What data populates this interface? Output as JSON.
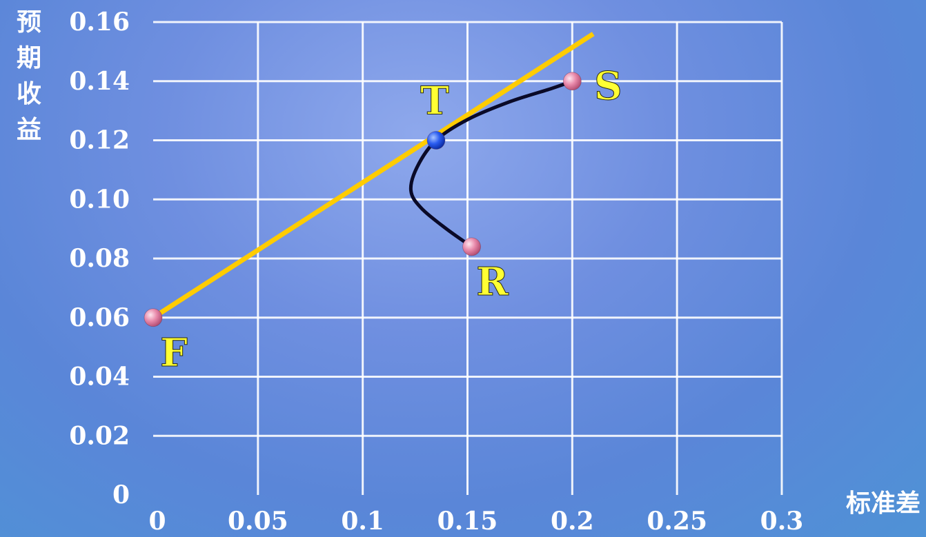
{
  "chart_data": {
    "type": "line",
    "xlabel": "标准差",
    "ylabel": "预期收益",
    "xlim": [
      0,
      0.3
    ],
    "ylim": [
      0,
      0.16
    ],
    "x_ticks": [
      0,
      0.05,
      0.1,
      0.15,
      0.2,
      0.25,
      0.3
    ],
    "x_tick_labels": [
      "0",
      "0.05",
      "0.1",
      "0.15",
      "0.2",
      "0.25",
      "0.3"
    ],
    "y_ticks": [
      0,
      0.02,
      0.04,
      0.06,
      0.08,
      0.1,
      0.12,
      0.14,
      0.16
    ],
    "y_tick_labels": [
      "0",
      "0.02",
      "0.04",
      "0.06",
      "0.08",
      "0.10",
      "0.12",
      "0.14",
      "0.16"
    ],
    "grid": true,
    "series": [
      {
        "values": [
          {
            "x": 0,
            "y": 0.06
          },
          {
            "x": 0.21,
            "y": 0.156
          }
        ],
        "color": "#ffcc00"
      },
      {
        "values": [
          {
            "x": 0.152,
            "y": 0.084
          },
          {
            "x": 0.14,
            "y": 0.09
          },
          {
            "x": 0.128,
            "y": 0.097
          },
          {
            "x": 0.123,
            "y": 0.103
          },
          {
            "x": 0.126,
            "y": 0.111
          },
          {
            "x": 0.135,
            "y": 0.12
          },
          {
            "x": 0.15,
            "y": 0.127
          },
          {
            "x": 0.17,
            "y": 0.133
          },
          {
            "x": 0.19,
            "y": 0.1375
          },
          {
            "x": 0.2,
            "y": 0.14
          }
        ],
        "color": "#0a0a28"
      }
    ],
    "points": [
      {
        "label": "F",
        "x": 0,
        "y": 0.06,
        "color": "#e07ea0",
        "label_pos": "bottom-right"
      },
      {
        "label": "S",
        "x": 0.2,
        "y": 0.14,
        "color": "#e07ea0",
        "label_pos": "right"
      },
      {
        "label": "R",
        "x": 0.152,
        "y": 0.084,
        "color": "#e07ea0",
        "label_pos": "bottom-right"
      },
      {
        "label": "T",
        "x": 0.135,
        "y": 0.12,
        "color": "#2255ee",
        "label_pos": "top-left"
      }
    ],
    "colors": {
      "grid": "#ffffff",
      "y_axis": "gradient orange-yellow",
      "x_axis": "gradient yellow-orange",
      "tick_text": "#ffffff",
      "point_label_text": "#ffff33"
    }
  }
}
